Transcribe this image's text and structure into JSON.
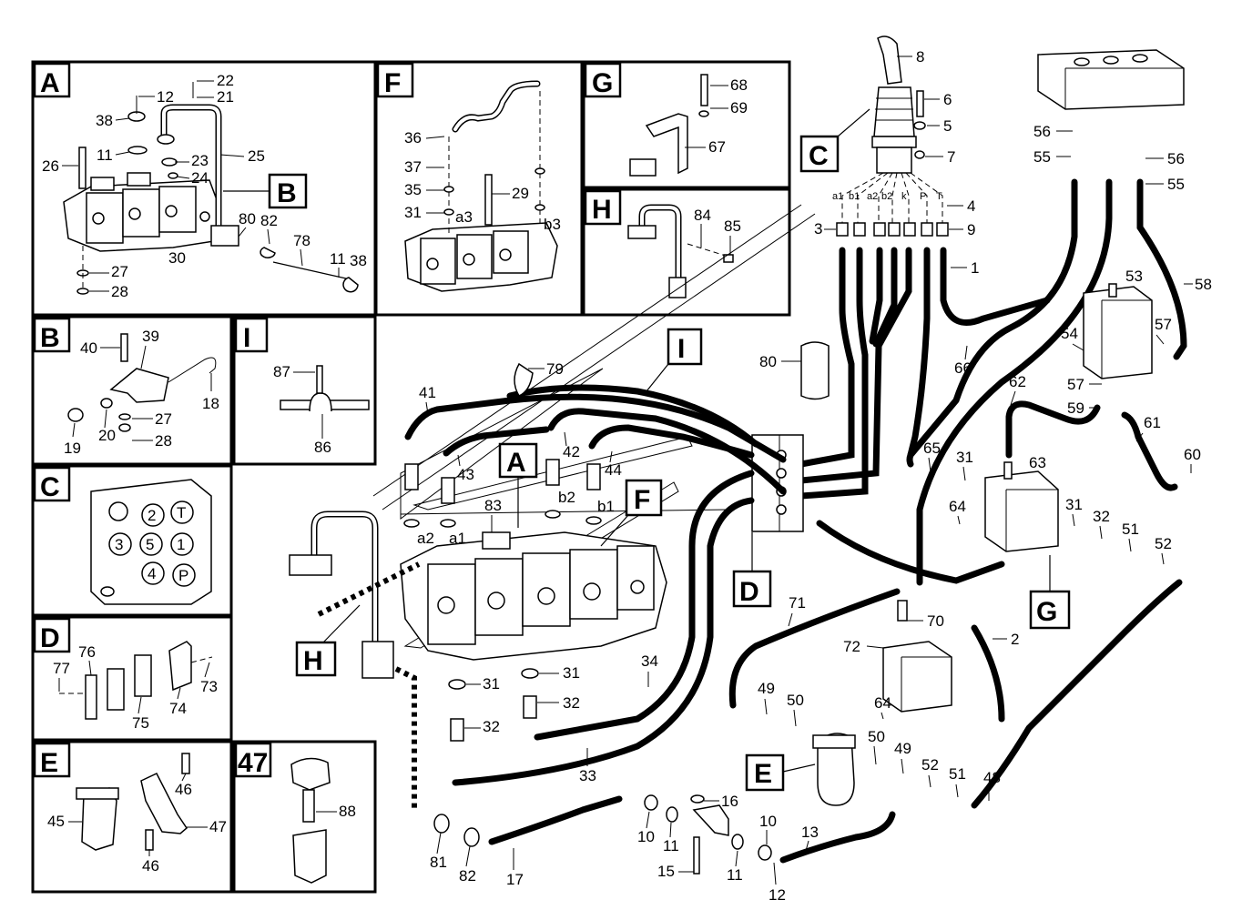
{
  "panels": {
    "A": {
      "letter": "A",
      "callouts": [
        "22",
        "21",
        "12",
        "38",
        "11",
        "23",
        "24",
        "25",
        "26",
        "80",
        "82",
        "78",
        "11",
        "38",
        "27",
        "28",
        "30"
      ]
    },
    "B": {
      "letter": "B",
      "callouts": [
        "40",
        "39",
        "18",
        "27",
        "20",
        "19",
        "28"
      ]
    },
    "C": {
      "letter": "C",
      "pins": [
        "2",
        "T",
        "3",
        "5",
        "1",
        "4",
        "P"
      ]
    },
    "D": {
      "letter": "D",
      "callouts": [
        "76",
        "77",
        "73",
        "75",
        "74"
      ]
    },
    "E": {
      "letter": "E",
      "callouts": [
        "46",
        "45",
        "47",
        "46"
      ]
    },
    "F": {
      "letter": "F",
      "callouts": [
        "36",
        "37",
        "35",
        "31",
        "a3",
        "29",
        "b3"
      ]
    },
    "G": {
      "letter": "G",
      "callouts": [
        "68",
        "69",
        "67"
      ]
    },
    "H": {
      "letter": "H",
      "callouts": [
        "84",
        "85"
      ]
    },
    "I": {
      "letter": "I",
      "callouts": [
        "87",
        "86"
      ]
    },
    "P47": {
      "letter": "47",
      "callouts": [
        "88"
      ]
    }
  },
  "main": {
    "tags": [
      "A",
      "B",
      "C",
      "D",
      "E",
      "F",
      "G",
      "H",
      "I"
    ],
    "ports": [
      "a1",
      "b1",
      "a2",
      "b2",
      "k",
      "P",
      "T"
    ],
    "valve_ports": [
      "a2",
      "a1",
      "b2",
      "b1"
    ],
    "callouts": [
      "8",
      "6",
      "5",
      "7",
      "4",
      "9",
      "3",
      "1",
      "56",
      "55",
      "56",
      "55",
      "58",
      "53",
      "54",
      "57",
      "57",
      "59",
      "66",
      "80",
      "79",
      "62",
      "61",
      "60",
      "41",
      "42",
      "43",
      "44",
      "65",
      "31",
      "63",
      "64",
      "31",
      "32",
      "51",
      "52",
      "83",
      "70",
      "71",
      "72",
      "64",
      "2",
      "49",
      "50",
      "50",
      "49",
      "52",
      "51",
      "48",
      "34",
      "31",
      "31",
      "32",
      "32",
      "33",
      "16",
      "10",
      "11",
      "15",
      "11",
      "10",
      "13",
      "12",
      "81",
      "82",
      "17"
    ]
  }
}
